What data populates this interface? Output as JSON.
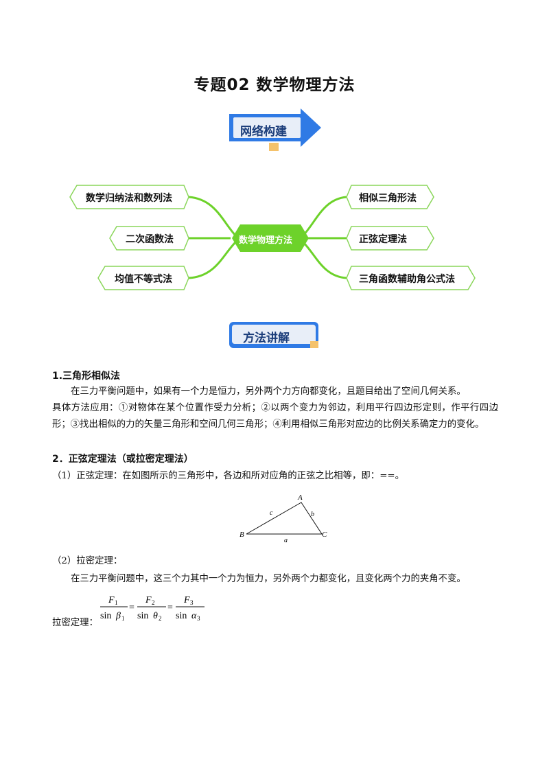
{
  "page": {
    "title": "专题02  数学物理方法"
  },
  "banners": {
    "network": "网络构建",
    "method": "方法讲解"
  },
  "mindmap": {
    "center": "数学物理方法",
    "left": [
      "数学归纳法和数列法",
      "二次函数法",
      "均值不等式法"
    ],
    "right": [
      "相似三角形法",
      "正弦定理法",
      "三角函数辅助角公式法"
    ]
  },
  "section1": {
    "heading": "1.三角形相似法",
    "para1": "在三力平衡问题中，如果有一个力是恒力，另外两个力方向都变化，且题目给出了空间几何关系。",
    "para2": "具体方法应用：①对物体在某个位置作受力分析；②以两个变力为邻边，利用平行四边形定则，作平行四边形；③找出相似的力的矢量三角形和空间几何三角形；④利用相似三角形对应边的比例关系确定力的变化。"
  },
  "section2": {
    "heading": "2．正弦定理法（或拉密定理法）",
    "item1": "（1）正弦定理：在如图所示的三角形中，各边和所对应角的正弦之比相等，即：==。",
    "triangle": {
      "vertex_A": "A",
      "vertex_B": "B",
      "vertex_C": "C",
      "side_a": "a",
      "side_b": "b",
      "side_c": "c"
    },
    "item2": "（2）拉密定理：",
    "para": "在三力平衡问题中，这三个力其中一个力为恒力，另外两个力都变化，且变化两个力的夹角不变。",
    "formula_label": "拉密定理：",
    "formula": {
      "num1": "F",
      "sub1": "1",
      "den1": "sin",
      "greek1": "β",
      "gsub1": "1",
      "num2": "F",
      "sub2": "2",
      "den2": "sin",
      "greek2": "θ",
      "gsub2": "2",
      "num3": "F",
      "sub3": "3",
      "den3": "sin",
      "greek3": "α",
      "gsub3": "3",
      "eq": "="
    }
  },
  "colors": {
    "banner_blue": "#2f7ae5",
    "banner_inner": "#e8eef8",
    "banner_text": "#1b3d7a",
    "banner_square": "#f5c26b",
    "mindmap_green": "#6dd22a",
    "border_green": "#8ad65a"
  }
}
